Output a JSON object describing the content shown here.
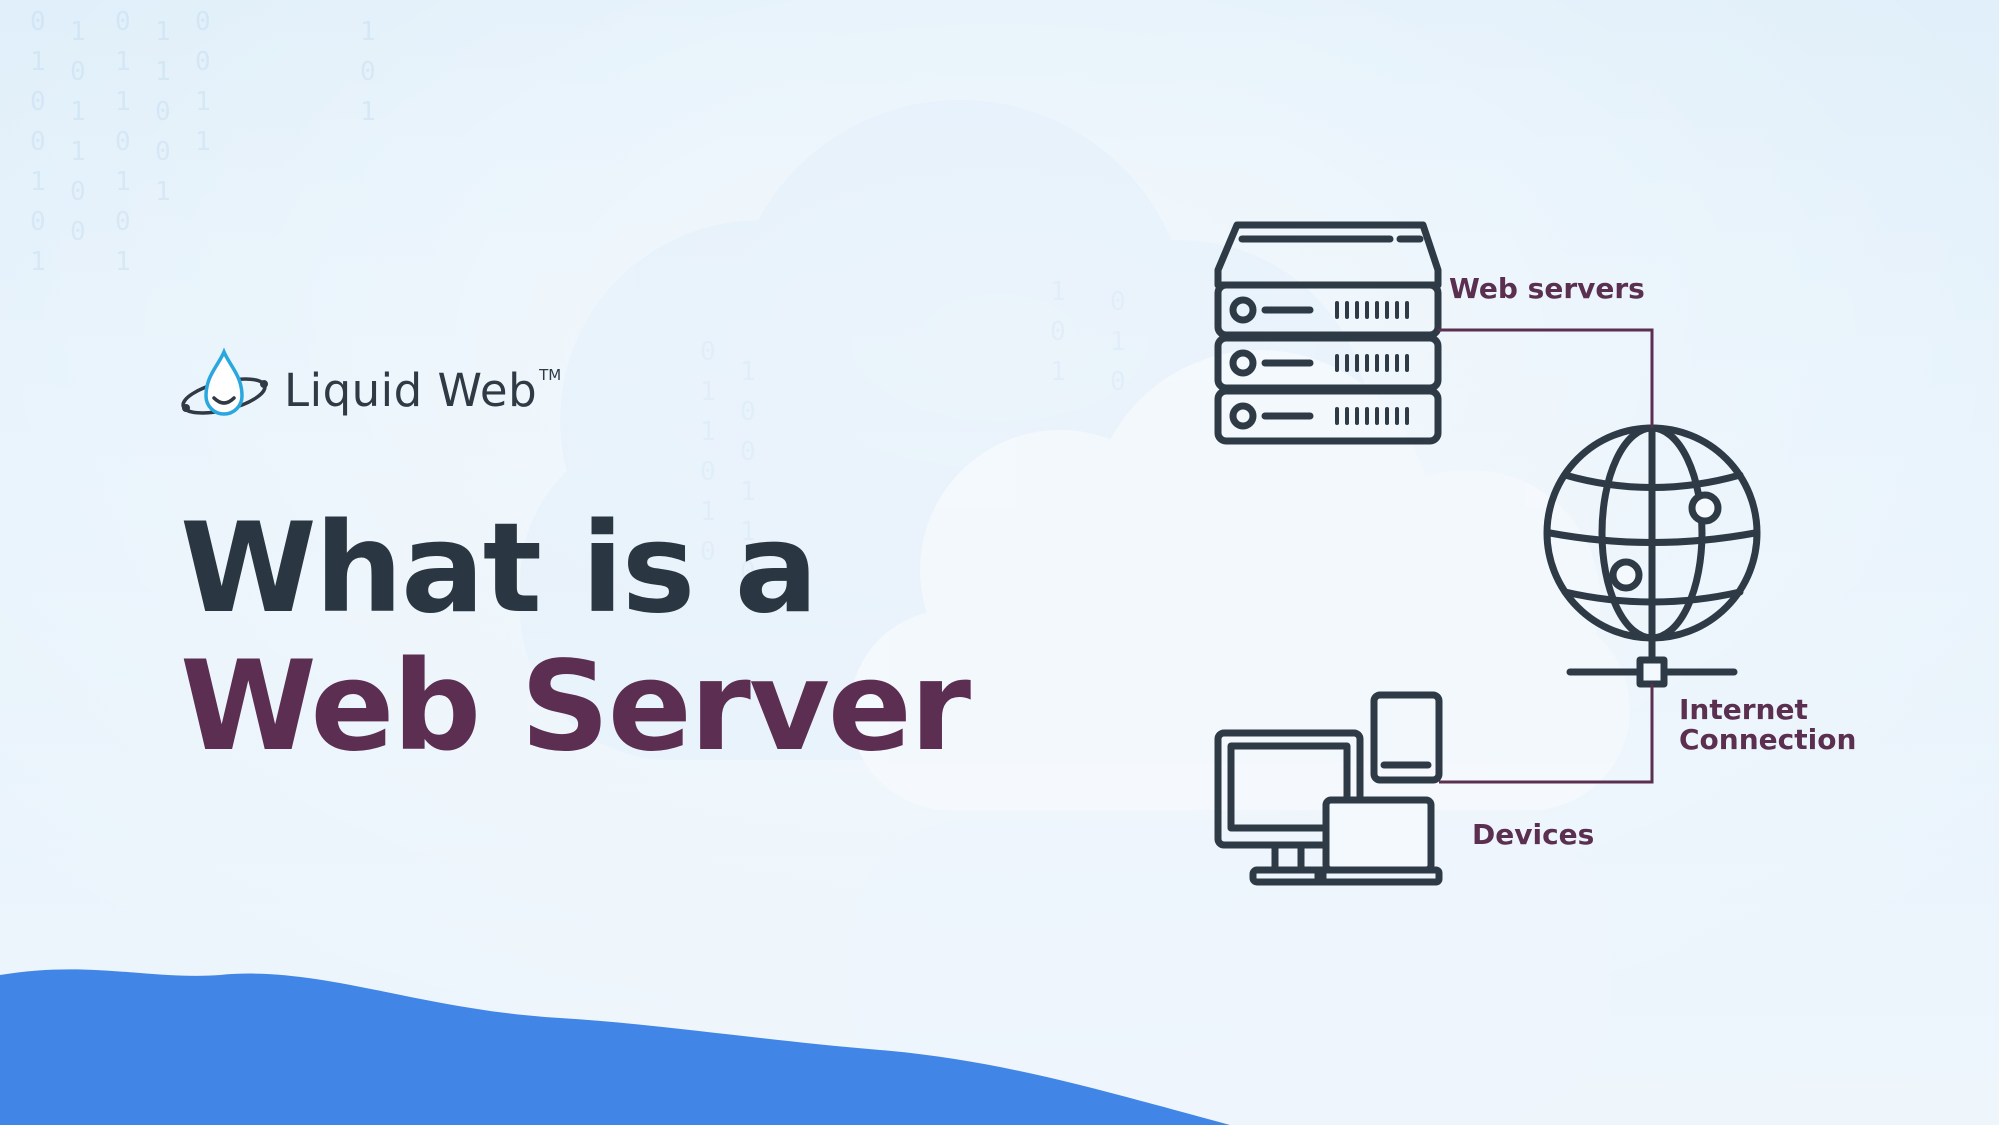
{
  "brand": {
    "name": "Liquid Web",
    "trademark": "TM"
  },
  "headline": {
    "line1": "What is a",
    "line2": "Web Server"
  },
  "diagram": {
    "servers_label": "Web servers",
    "internet_label_line1": "Internet",
    "internet_label_line2": "Connection",
    "devices_label": "Devices"
  },
  "colors": {
    "headline_dark": "#2a3642",
    "headline_accent": "#5c2f52",
    "label": "#5a2f4f",
    "wave": "#4186e6",
    "icon_stroke": "#2e3a46"
  }
}
